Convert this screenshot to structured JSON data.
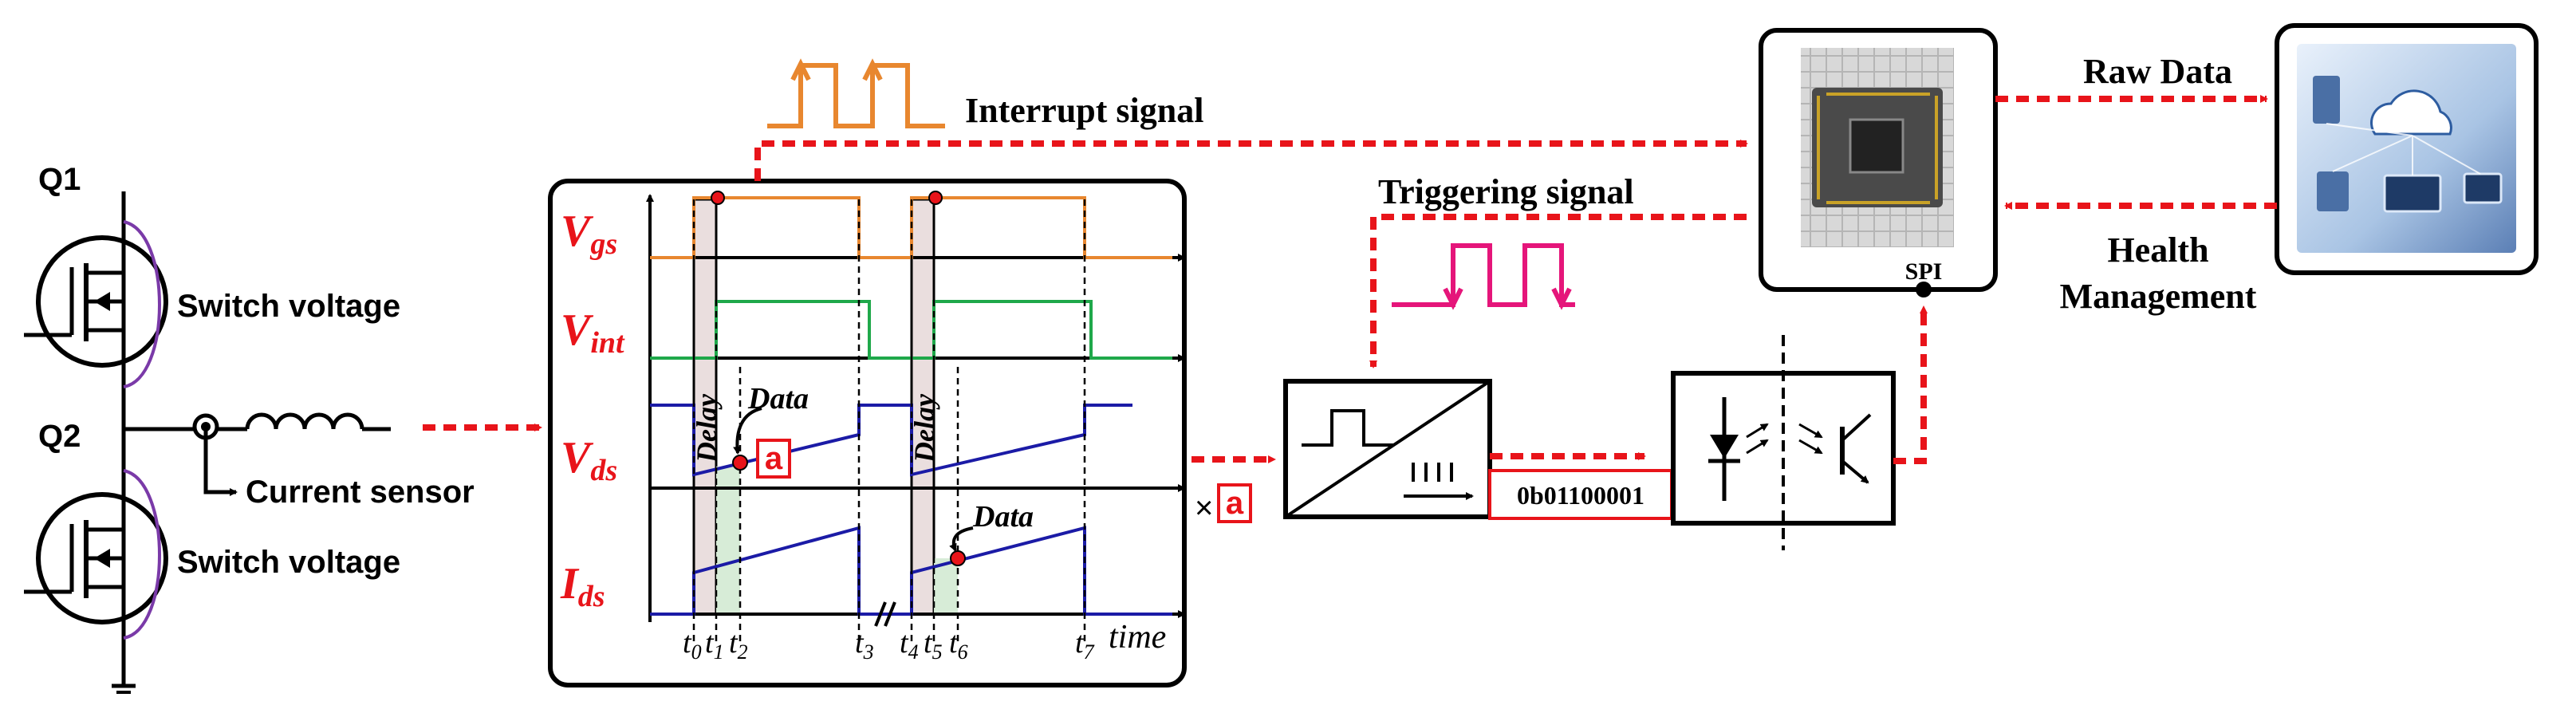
{
  "colors": {
    "red": "#e8141a",
    "orange": "#e8872f",
    "green": "#1fa84a",
    "blue": "#1b1ba6",
    "magenta": "#e5157a",
    "purple": "#7a3aa8"
  },
  "circuit": {
    "q1": "Q1",
    "q2": "Q2",
    "switch_voltage_1": "Switch voltage",
    "switch_voltage_2": "Switch  voltage",
    "current_sensor": "Current sensor"
  },
  "timing": {
    "vgs": {
      "main": "V",
      "sub": "gs"
    },
    "vint": {
      "main": "V",
      "sub": "int"
    },
    "vds": {
      "main": "V",
      "sub": "ds"
    },
    "ids": {
      "main": "I",
      "sub": "ds"
    },
    "delay": "Delay",
    "data": "Data",
    "marker": "a",
    "times_symbol": "×",
    "time_axis": "time",
    "ticks": [
      {
        "t": "t",
        "sub": "0"
      },
      {
        "t": "t",
        "sub": "1"
      },
      {
        "t": "t",
        "sub": "2"
      },
      {
        "t": "t",
        "sub": "3"
      },
      {
        "t": "t",
        "sub": "4"
      },
      {
        "t": "t",
        "sub": "5"
      },
      {
        "t": "t",
        "sub": "6"
      },
      {
        "t": "t",
        "sub": "7"
      }
    ]
  },
  "signals": {
    "interrupt": "Interrupt signal",
    "triggering": "Triggering signal"
  },
  "adc": {
    "binary": "0b01100001"
  },
  "mcu": {
    "spi": "SPI"
  },
  "cloud": {
    "raw_data": "Raw Data",
    "health_line1": "Health",
    "health_line2": "Management"
  }
}
